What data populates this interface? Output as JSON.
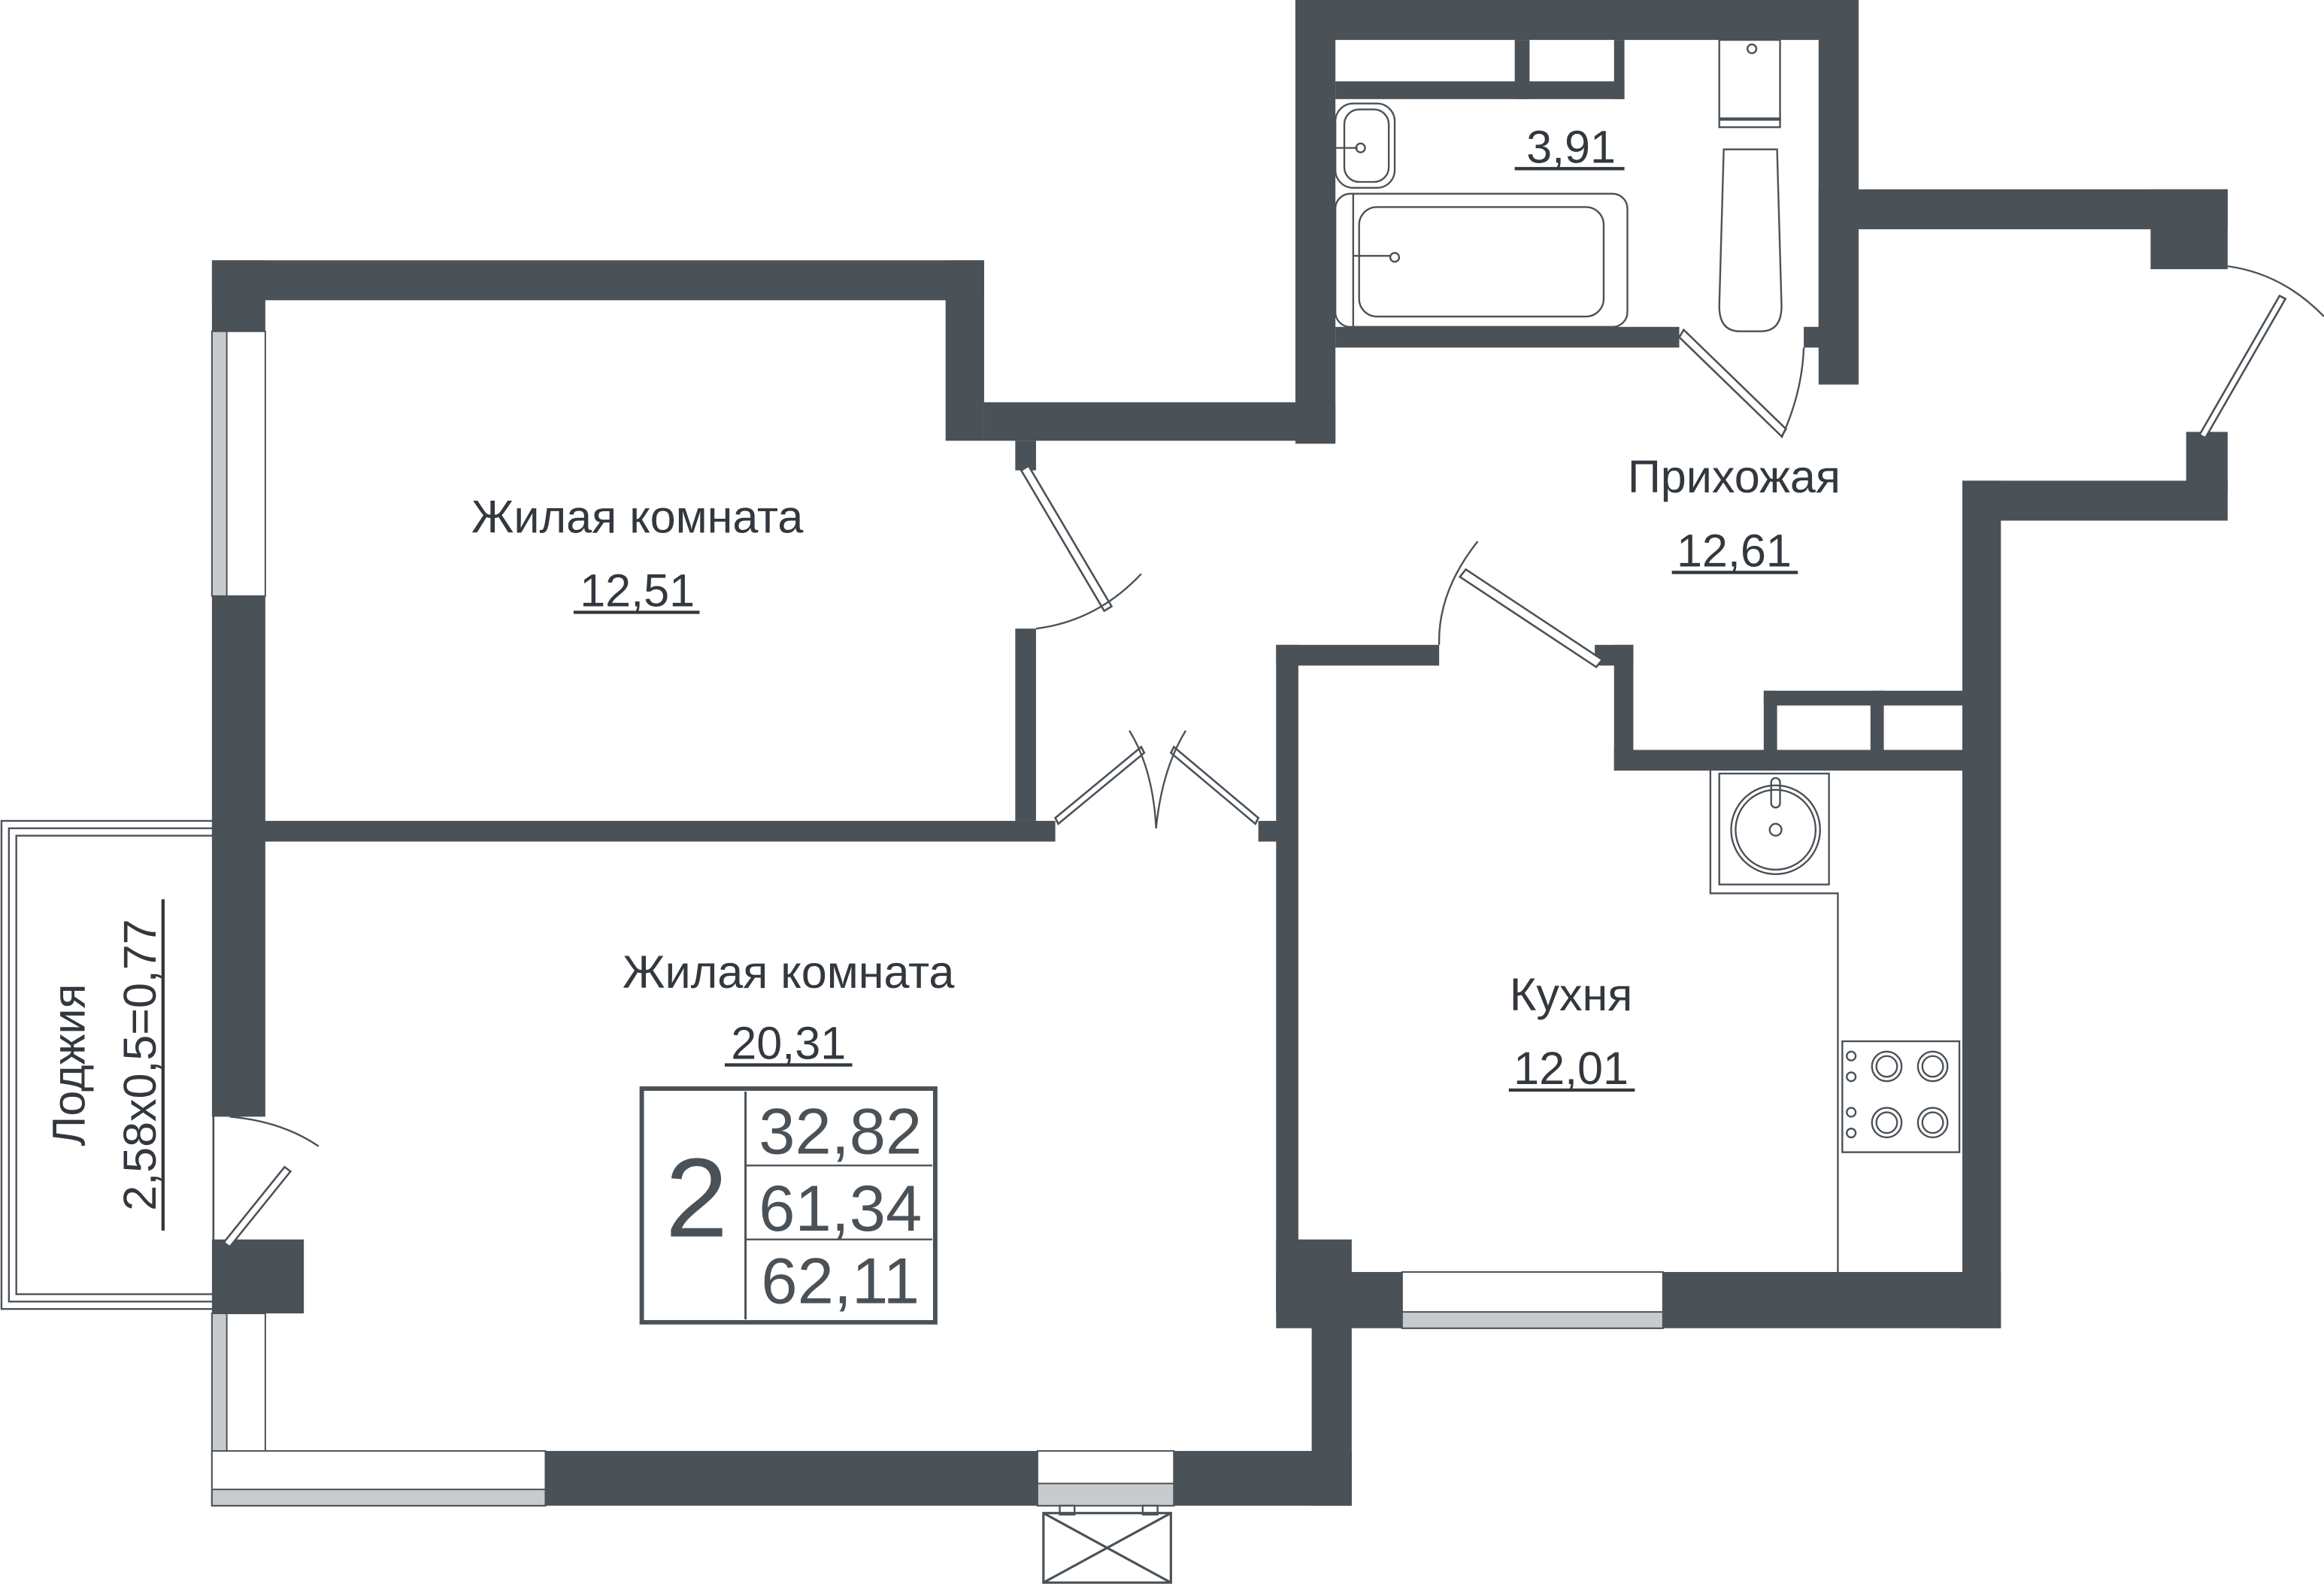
{
  "plan": {
    "colors": {
      "wall": "#4a5157",
      "text": "#32383d",
      "glass": "#c8cbcd",
      "background": "#ffffff"
    },
    "rooms": {
      "bedroom_small": {
        "name": "Жилая комната",
        "area": "12,51"
      },
      "living_room": {
        "name": "Жилая комната",
        "area": "20,31"
      },
      "hallway": {
        "name": "Прихожая",
        "area": "12,61"
      },
      "kitchen": {
        "name": "Кухня",
        "area": "12,01"
      },
      "bathroom": {
        "name": "",
        "area": "3,91"
      },
      "loggia": {
        "name": "Лоджия",
        "area": "2,58х0,5=0,77"
      }
    },
    "summary": {
      "rooms_count": "2",
      "living_area": "32,82",
      "total_area": "61,34",
      "total_area_with_loggia": "62,11"
    }
  }
}
